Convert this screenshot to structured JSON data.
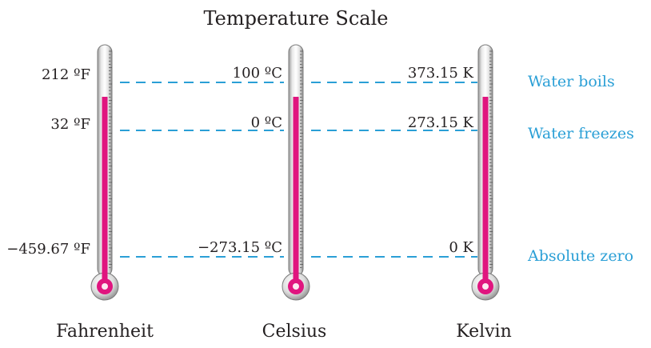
{
  "title": "Temperature Scale",
  "colors": {
    "dash": "#2a9fd6",
    "fluid": "#e0157f",
    "fluid_dark": "#b5005f",
    "tube_light": "#f2f2f2",
    "tube_mid": "#cfcfcf",
    "tube_dark": "#8f8f8f",
    "text": "#231f20",
    "label_blue": "#2a9fd6"
  },
  "scales": [
    {
      "name": "Fahrenheit",
      "boils": "212 ºF",
      "freezes": "32 ºF",
      "zero": "−459.67 ºF"
    },
    {
      "name": "Celsius",
      "boils": "100 ºC",
      "freezes": "0 ºC",
      "zero": "−273.15 ºC"
    },
    {
      "name": "Kelvin",
      "boils": "373.15 K",
      "freezes": "273.15 K",
      "zero": "0 K"
    }
  ],
  "reference_labels": {
    "boils": "Water boils",
    "freezes": "Water freezes",
    "zero": "Absolute zero"
  }
}
